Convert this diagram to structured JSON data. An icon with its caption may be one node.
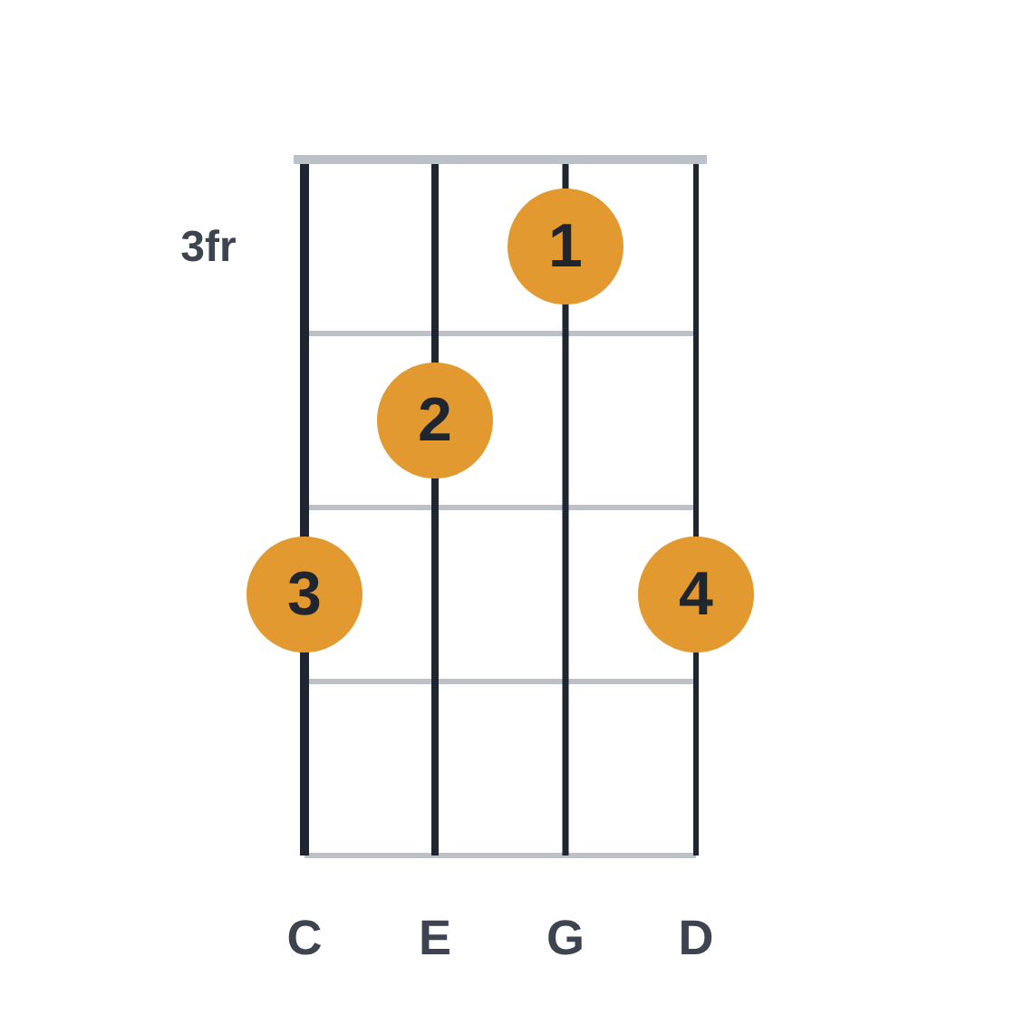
{
  "diagram": {
    "nodes": [
      {
        "text": [
          "1"
        ]
      },
      {
        "text": [
          "2"
        ]
      },
      {
        "text": [
          "3"
        ]
      },
      {
        "text": [
          "4"
        ]
      }
    ],
    "labels": [
      "3fr",
      "C",
      "E",
      "G",
      "D"
    ]
  }
}
